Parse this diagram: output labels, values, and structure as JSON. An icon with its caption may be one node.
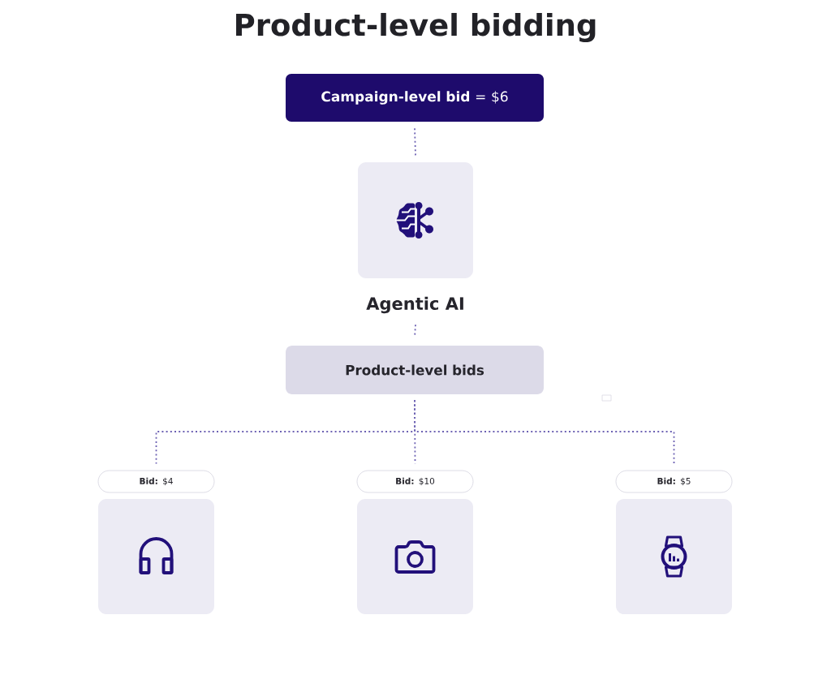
{
  "diagram": {
    "title": "Product-level bidding",
    "nodes": [
      {
        "text": [
          "**Campaign-level bid** = $6"
        ]
      },
      {
        "text": [
          "Agentic AI"
        ]
      },
      {
        "text": [
          "Product-level bids"
        ]
      },
      {
        "text": [
          "**Bid:** $4"
        ]
      },
      {
        "text": [],
        "shape": "box"
      },
      {
        "text": [
          "**Bid:** $10"
        ]
      },
      {
        "text": [],
        "shape": "box"
      },
      {
        "text": [
          "**Bid:** $5"
        ]
      },
      {
        "text": [],
        "shape": "box"
      }
    ],
    "edges": [
      {
        "from": 0,
        "to": 1,
        "arrow": "none"
      },
      {
        "from": 1,
        "to": 2,
        "arrow": "none"
      },
      {
        "from": 2,
        "to": 3,
        "arrow": "none"
      },
      {
        "from": 2,
        "to": 5,
        "arrow": "none"
      },
      {
        "from": 2,
        "to": 7,
        "arrow": "none"
      }
    ]
  }
}
